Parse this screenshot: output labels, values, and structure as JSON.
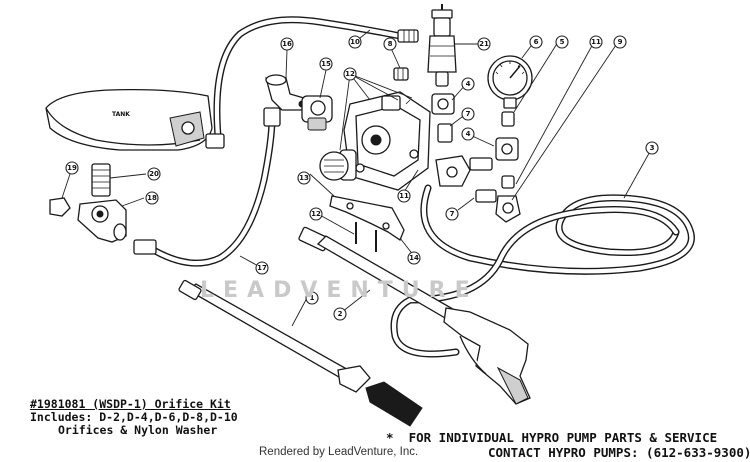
{
  "diagram": {
    "tank_label": "TANK",
    "watermark": "LEADVENTURE",
    "callouts": [
      {
        "id": "c1",
        "label": "1"
      },
      {
        "id": "c2",
        "label": "2"
      },
      {
        "id": "c3",
        "label": "3"
      },
      {
        "id": "c4a",
        "label": "4"
      },
      {
        "id": "c4b",
        "label": "4"
      },
      {
        "id": "c5",
        "label": "5"
      },
      {
        "id": "c6",
        "label": "6"
      },
      {
        "id": "c7a",
        "label": "7"
      },
      {
        "id": "c7b",
        "label": "7"
      },
      {
        "id": "c8",
        "label": "8"
      },
      {
        "id": "c9",
        "label": "9"
      },
      {
        "id": "c10",
        "label": "10"
      },
      {
        "id": "c11a",
        "label": "11"
      },
      {
        "id": "c11b",
        "label": "11"
      },
      {
        "id": "c12a",
        "label": "12"
      },
      {
        "id": "c12b",
        "label": "12"
      },
      {
        "id": "c13",
        "label": "13"
      },
      {
        "id": "c14",
        "label": "14"
      },
      {
        "id": "c15",
        "label": "15"
      },
      {
        "id": "c16",
        "label": "16"
      },
      {
        "id": "c17",
        "label": "17"
      },
      {
        "id": "c18",
        "label": "18"
      },
      {
        "id": "c19",
        "label": "19"
      },
      {
        "id": "c20",
        "label": "20"
      },
      {
        "id": "c21",
        "label": "21"
      }
    ]
  },
  "kit": {
    "title": "#1981081 (WSDP-1) Orifice Kit",
    "line1": "Includes: D-2,D-4,D-6,D-8,D-10",
    "line2": "Orifices & Nylon Washer"
  },
  "note": {
    "line1": "*  FOR INDIVIDUAL HYPRO PUMP PARTS & SERVICE",
    "line2": "CONTACT HYPRO PUMPS: (612-633-9300)"
  },
  "credit": "Rendered by LeadVenture, Inc."
}
